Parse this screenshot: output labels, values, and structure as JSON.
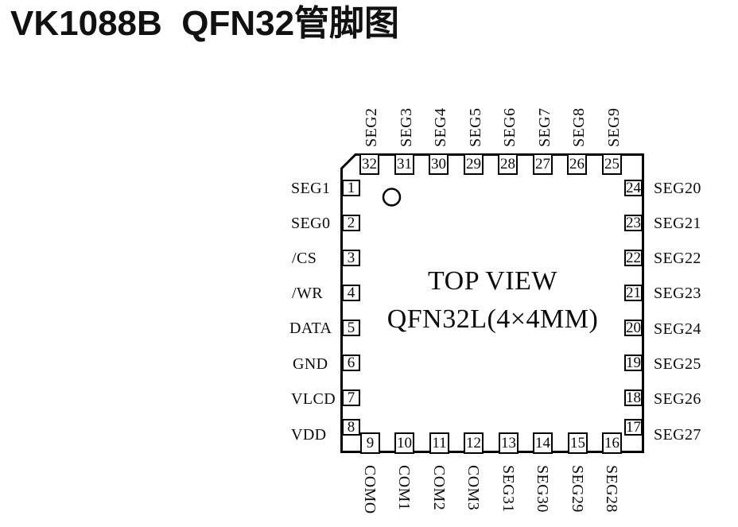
{
  "title": "VK1088B  QFN32管脚图",
  "chip": {
    "view": "TOP VIEW",
    "package": "QFN32L(4×4MM)"
  },
  "pins": {
    "left": [
      {
        "num": "1",
        "label": "SEG1"
      },
      {
        "num": "2",
        "label": "SEG0"
      },
      {
        "num": "3",
        "label": "/CS"
      },
      {
        "num": "4",
        "label": "/WR"
      },
      {
        "num": "5",
        "label": "DATA"
      },
      {
        "num": "6",
        "label": "GND"
      },
      {
        "num": "7",
        "label": "VLCD"
      },
      {
        "num": "8",
        "label": "VDD"
      }
    ],
    "top": [
      {
        "num": "32",
        "label": "SEG2"
      },
      {
        "num": "31",
        "label": "SEG3"
      },
      {
        "num": "30",
        "label": "SEG4"
      },
      {
        "num": "29",
        "label": "SEG5"
      },
      {
        "num": "28",
        "label": "SEG6"
      },
      {
        "num": "27",
        "label": "SEG7"
      },
      {
        "num": "26",
        "label": "SEG8"
      },
      {
        "num": "25",
        "label": "SEG9"
      }
    ],
    "right": [
      {
        "num": "24",
        "label": "SEG20"
      },
      {
        "num": "23",
        "label": "SEG21"
      },
      {
        "num": "22",
        "label": "SEG22"
      },
      {
        "num": "21",
        "label": "SEG23"
      },
      {
        "num": "20",
        "label": "SEG24"
      },
      {
        "num": "19",
        "label": "SEG25"
      },
      {
        "num": "18",
        "label": "SEG26"
      },
      {
        "num": "17",
        "label": "SEG27"
      }
    ],
    "bottom": [
      {
        "num": "9",
        "label": "COMO"
      },
      {
        "num": "10",
        "label": "COM1"
      },
      {
        "num": "11",
        "label": "COM2"
      },
      {
        "num": "12",
        "label": "COM3"
      },
      {
        "num": "13",
        "label": "SEG31"
      },
      {
        "num": "14",
        "label": "SEG30"
      },
      {
        "num": "15",
        "label": "SEG29"
      },
      {
        "num": "16",
        "label": "SEG28"
      }
    ]
  },
  "colors": {
    "ink": "#0a0a0a",
    "background": "#ffffff"
  }
}
